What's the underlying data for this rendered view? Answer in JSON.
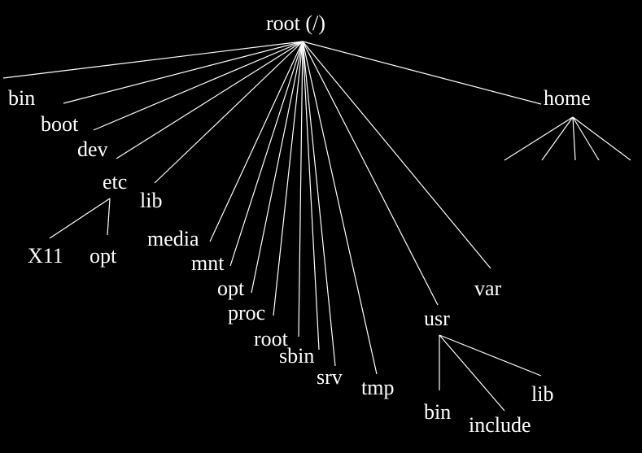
{
  "diagram": {
    "background": "#000000",
    "line_color": "#ffffff",
    "text_color": "#ffffff",
    "root": {
      "label": "root (/)"
    },
    "top_level": [
      {
        "label": "bin"
      },
      {
        "label": "boot"
      },
      {
        "label": "dev"
      },
      {
        "label": "etc",
        "children": [
          {
            "label": "X11"
          },
          {
            "label": "opt"
          }
        ]
      },
      {
        "label": "lib"
      },
      {
        "label": "media"
      },
      {
        "label": "mnt"
      },
      {
        "label": "opt"
      },
      {
        "label": "proc"
      },
      {
        "label": "root"
      },
      {
        "label": "sbin"
      },
      {
        "label": "srv"
      },
      {
        "label": "tmp"
      },
      {
        "label": "usr",
        "children": [
          {
            "label": "bin"
          },
          {
            "label": "include"
          },
          {
            "label": "lib"
          }
        ]
      },
      {
        "label": "var"
      },
      {
        "label": "home",
        "children_unlabeled_count": 5
      }
    ]
  }
}
